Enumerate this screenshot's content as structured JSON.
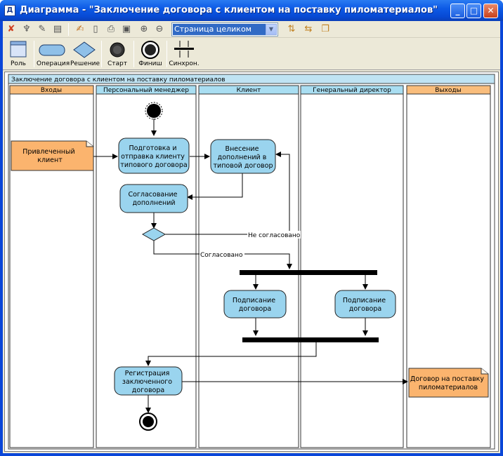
{
  "window": {
    "title": "Диаграмма - \"Заключение договора с клиентом на поставку пиломатериалов\"",
    "app_icon_text": "Д"
  },
  "toolbar": {
    "zoom_value": "Страница целиком"
  },
  "shape_palette": [
    {
      "label": "Роль"
    },
    {
      "label": "Операция"
    },
    {
      "label": "Решение"
    },
    {
      "label": "Старт"
    },
    {
      "label": "Финиш"
    },
    {
      "label": "Синхрон."
    }
  ],
  "diagram": {
    "pool_title": "Заключение договора с клиентом на поставку пиломатериалов",
    "lanes": [
      "Входы",
      "Персональный менеджер",
      "Клиент",
      "Генеральный директор",
      "Выходы"
    ],
    "nodes": {
      "input_client": [
        "Привлеченный",
        "клиент"
      ],
      "prepare": [
        "Подготовка и",
        "отправка клиенту",
        "типового договора"
      ],
      "amend": [
        "Внесение",
        "дополнений в",
        "типовой договор"
      ],
      "agree": [
        "Согласование",
        "дополнений"
      ],
      "sign_client": [
        "Подписание",
        "договора"
      ],
      "sign_director": [
        "Подписание",
        "договора"
      ],
      "register": [
        "Регистрация",
        "заключенного",
        "договора"
      ],
      "output_contract": [
        "Договор на поставку",
        "пиломатериалов"
      ]
    },
    "edge_labels": {
      "not_agreed": "Не согласовано",
      "agreed": "Согласовано"
    }
  }
}
